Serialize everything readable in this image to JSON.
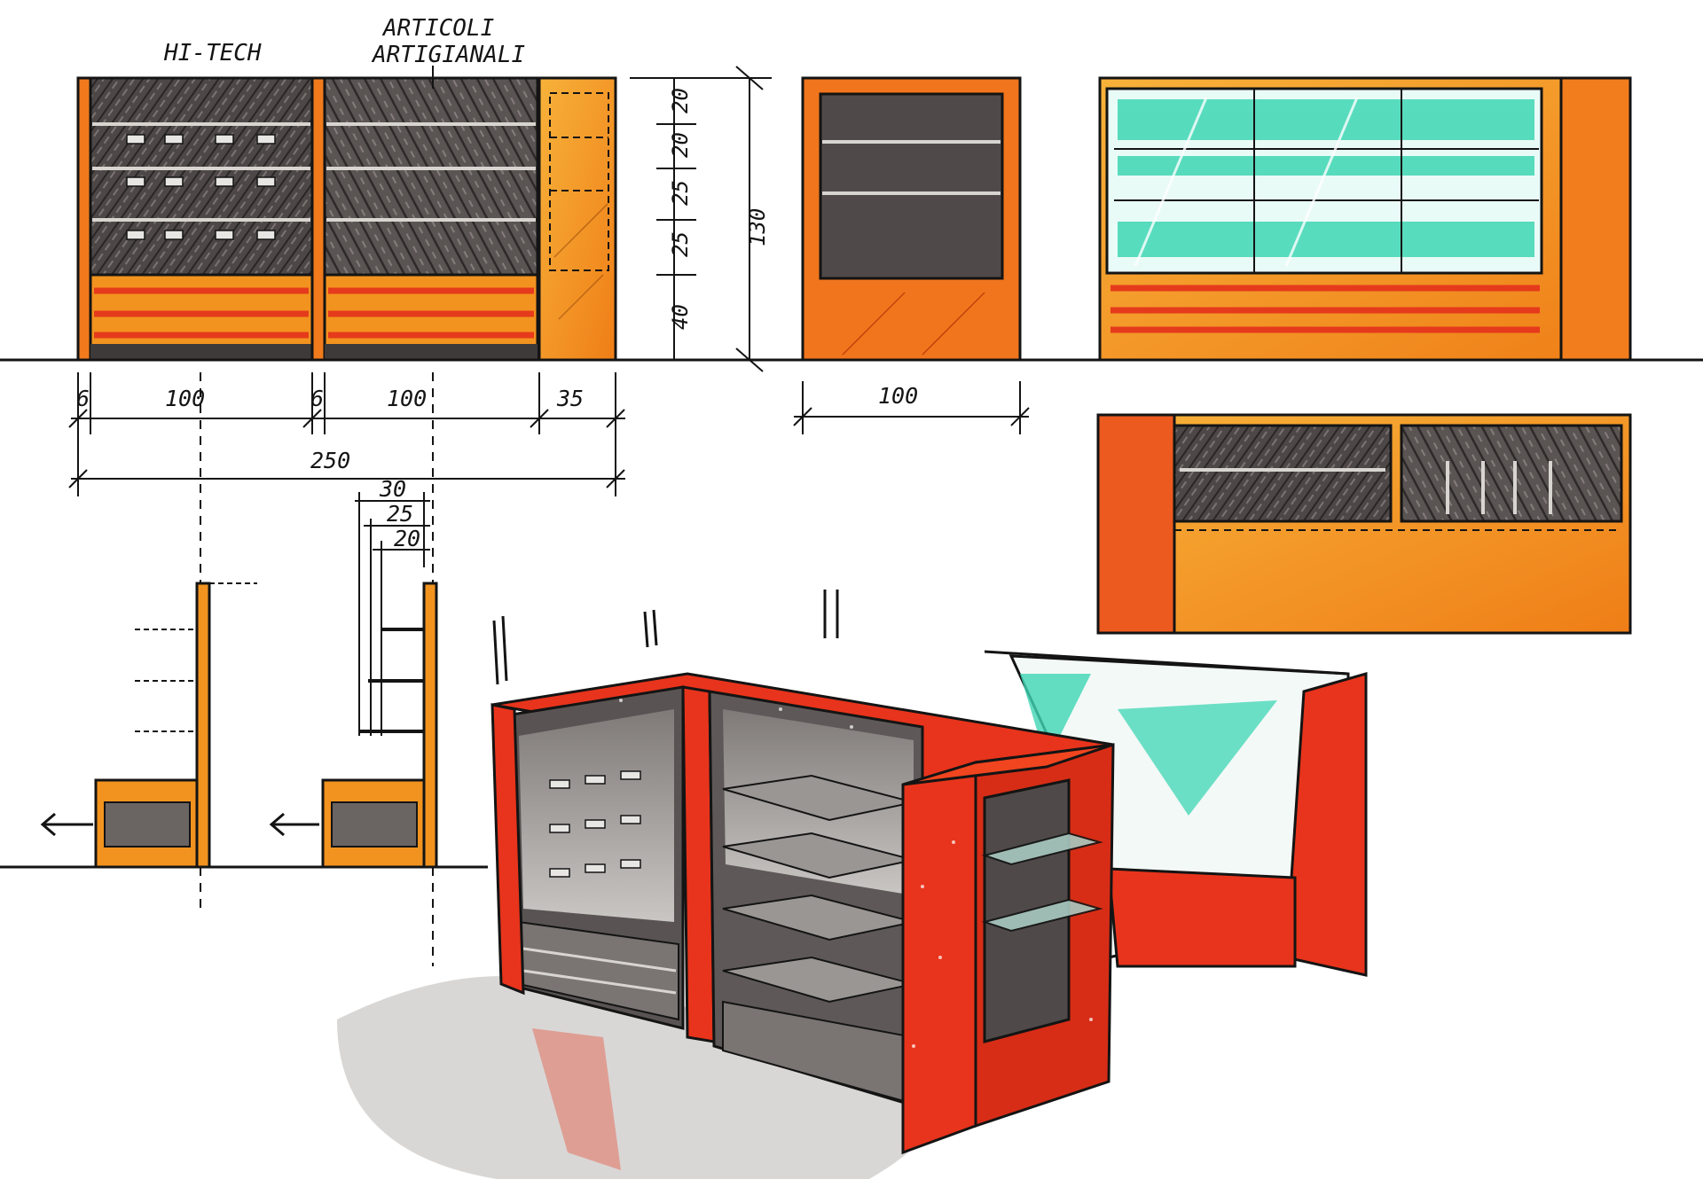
{
  "labels": {
    "hi_tech": "HI-TECH",
    "artigianali_line1": "ARTICOLI",
    "artigianali_line2": "ARTIGIANALI"
  },
  "dimensions": {
    "front": {
      "side_left": "6",
      "bay_left": "100",
      "side_mid": "6",
      "bay_right": "100",
      "end_unit": "35",
      "total_width": "250"
    },
    "height": {
      "shelf_1": "20",
      "shelf_2": "20",
      "shelf_3": "25",
      "shelf_4": "25",
      "base": "40",
      "total": "130"
    },
    "side_view": {
      "width": "100"
    },
    "section": {
      "depth_30": "30",
      "depth_25": "25",
      "depth_20": "20"
    }
  },
  "colors": {
    "orange": "#f2901e",
    "orange_light": "#f7b23a",
    "red": "#e8341c",
    "red_dark": "#c2210f",
    "teal": "#3ed6b4",
    "graphite": "#55504f",
    "gray": "#8e8b88",
    "ink": "#141414"
  }
}
